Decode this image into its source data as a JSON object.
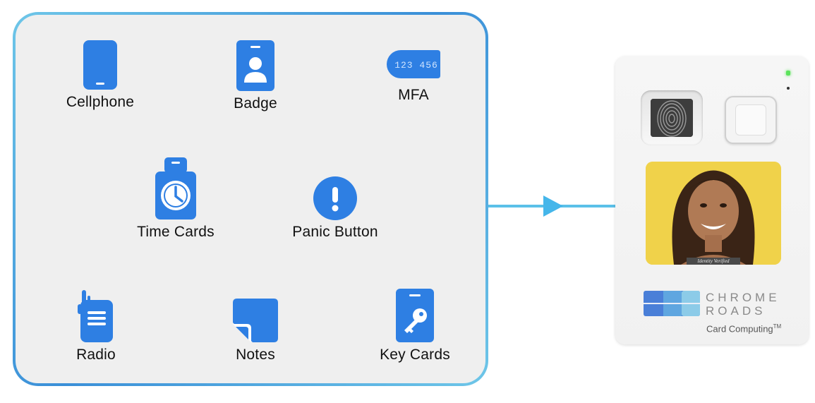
{
  "colors": {
    "icon_blue": "#2e7fe3",
    "panel_bg": "#efefef",
    "connector": "#5bc0e8",
    "led_green": "#5ce35c",
    "photo_bg": "#f0d24a"
  },
  "items": {
    "cellphone": {
      "label": "Cellphone",
      "icon": "cellphone-icon"
    },
    "badge": {
      "label": "Badge",
      "icon": "badge-icon"
    },
    "mfa": {
      "label": "MFA",
      "icon": "mfa-token-icon",
      "code": "123 456"
    },
    "time_cards": {
      "label": "Time Cards",
      "icon": "time-card-icon"
    },
    "panic_button": {
      "label": "Panic Button",
      "icon": "exclamation-icon"
    },
    "radio": {
      "label": "Radio",
      "icon": "radio-icon"
    },
    "notes": {
      "label": "Notes",
      "icon": "notes-icon"
    },
    "key_cards": {
      "label": "Key Cards",
      "icon": "key-card-icon"
    }
  },
  "device": {
    "photo_caption": "Identity Verified",
    "brand_line1": "CHROME",
    "brand_line2": "ROADS",
    "product": "Card Computing",
    "trademark": "TM"
  }
}
